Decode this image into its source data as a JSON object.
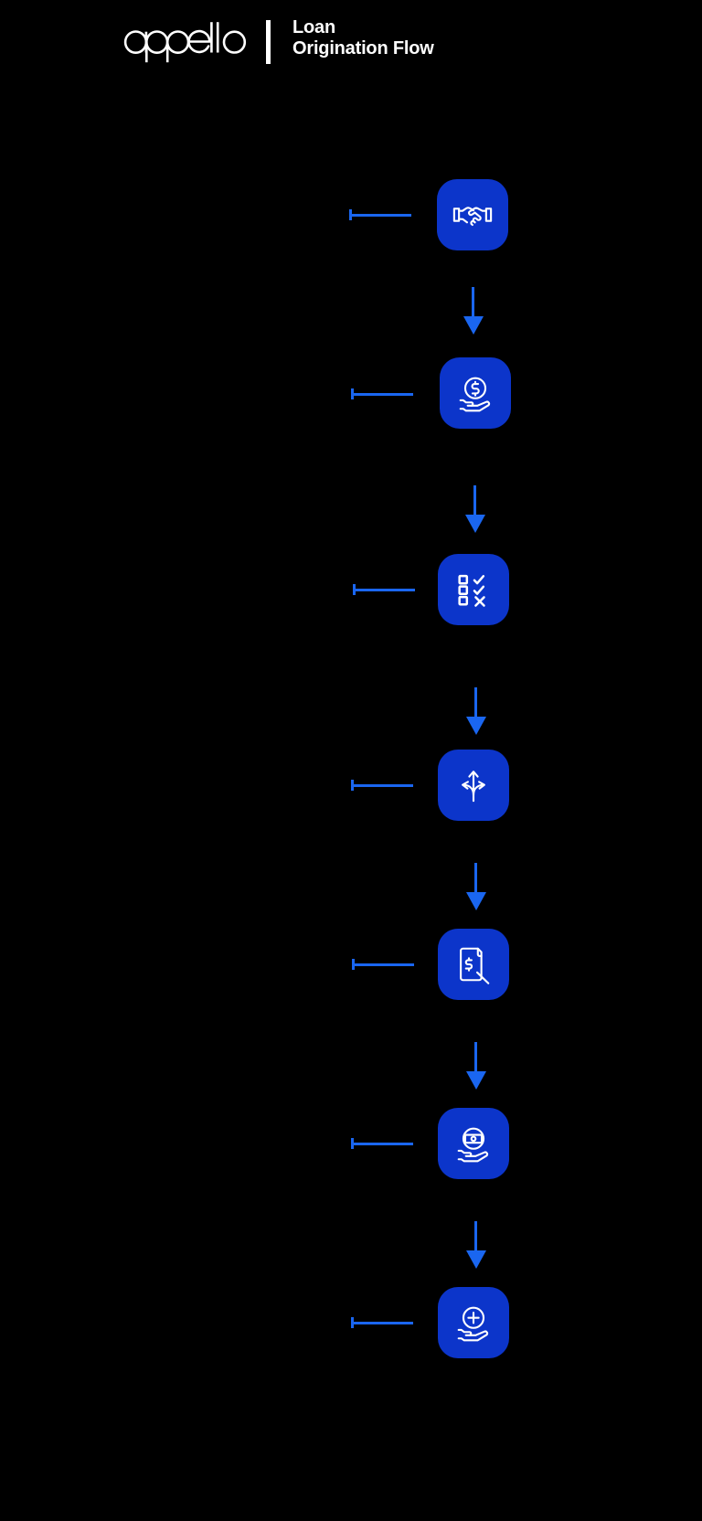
{
  "header": {
    "brand": "appello",
    "brand_icon": "appello-wordmark",
    "divider_icon": "vertical-divider",
    "title_line1": "Loan",
    "title_line2": "Origination Flow"
  },
  "colors": {
    "background": "#000000",
    "tile": "#0c35ca",
    "accent_line": "#1a66f0",
    "icon_stroke": "#ffffff",
    "text": "#ffffff"
  },
  "flow": {
    "name": "loan-origination-flow",
    "steps": [
      {
        "index": 1,
        "icon": "handshake-icon",
        "label": ""
      },
      {
        "index": 2,
        "icon": "hand-holding-coin-icon",
        "label": ""
      },
      {
        "index": 3,
        "icon": "checklist-icon",
        "label": ""
      },
      {
        "index": 4,
        "icon": "diverge-arrows-icon",
        "label": ""
      },
      {
        "index": 5,
        "icon": "document-dollar-icon",
        "label": ""
      },
      {
        "index": 6,
        "icon": "hand-holding-cash-icon",
        "label": ""
      },
      {
        "index": 7,
        "icon": "hand-holding-plus-icon",
        "label": ""
      }
    ],
    "connectors": 7,
    "arrows": 6
  }
}
